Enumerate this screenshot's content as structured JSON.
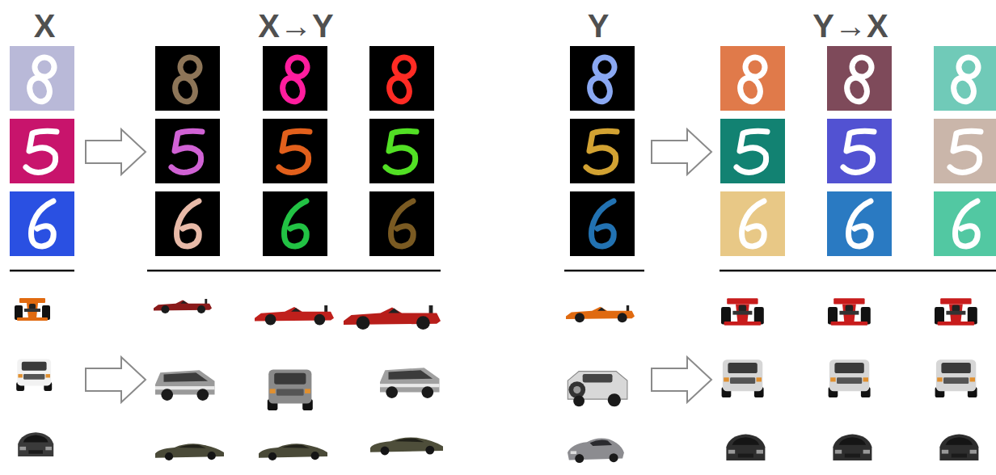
{
  "diagram": {
    "labels": [
      "X",
      "X→Y",
      "Y",
      "Y→X"
    ]
  }
}
